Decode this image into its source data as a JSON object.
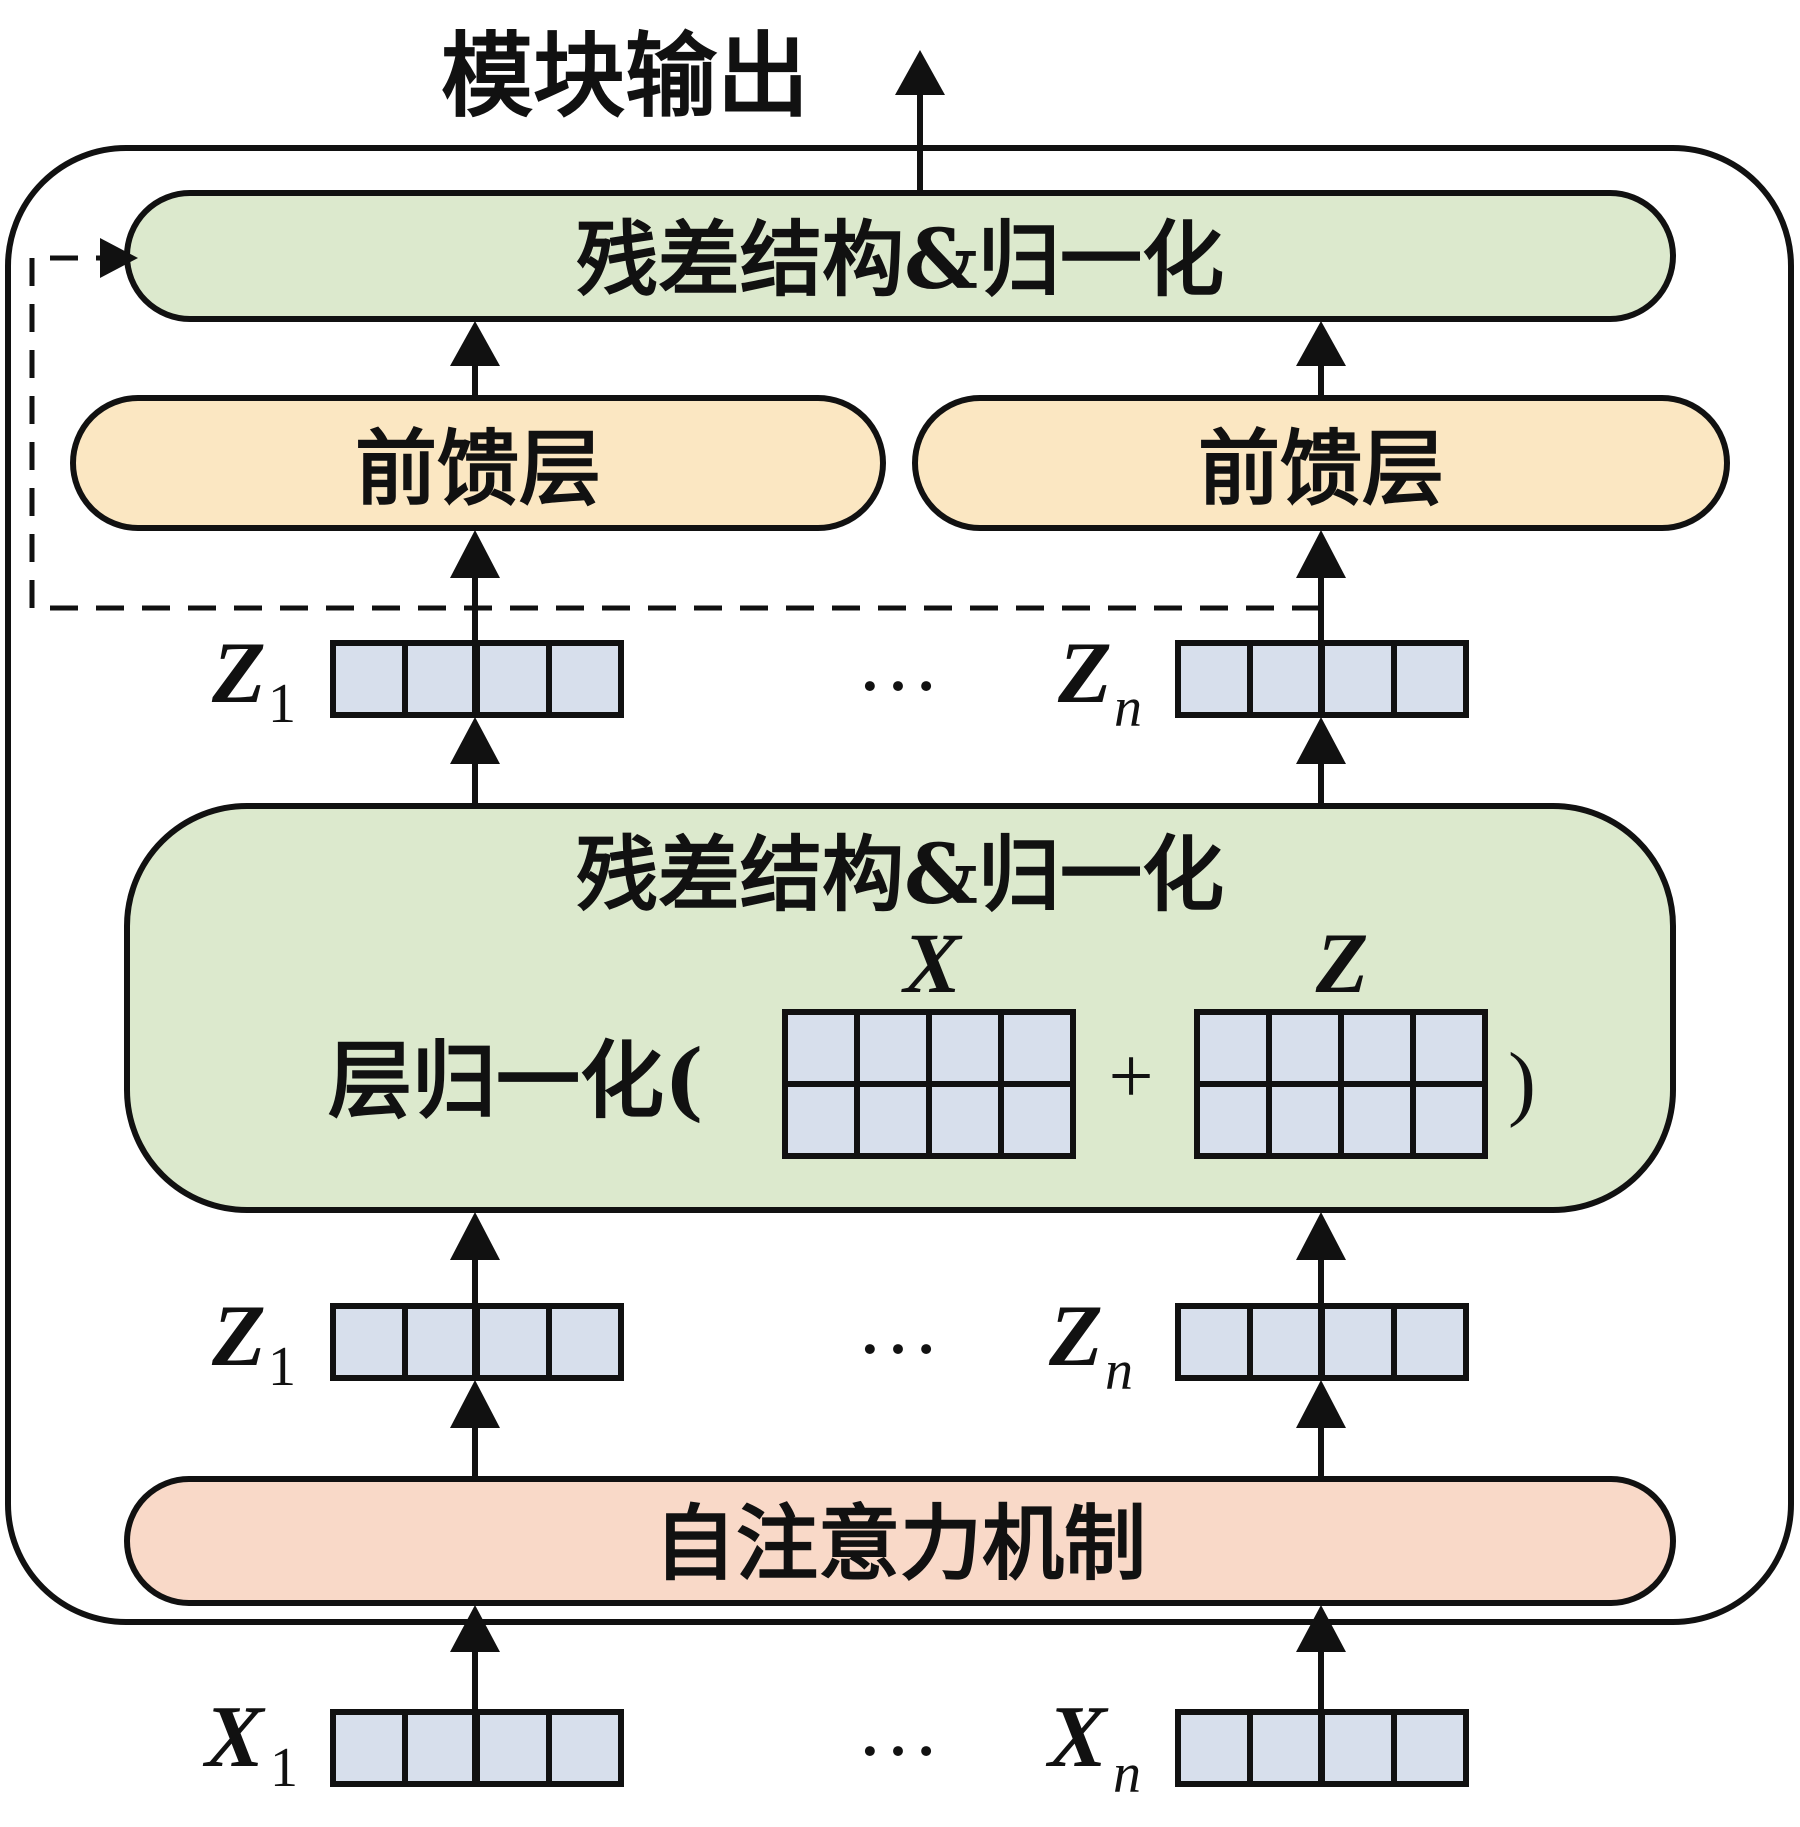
{
  "title": "模块输出",
  "boxes": {
    "top_residual": "残差结构&归一化",
    "ffn_left": "前馈层",
    "ffn_right": "前馈层",
    "mid_residual": "残差结构&归一化",
    "attention": "自注意力机制"
  },
  "layer_norm": {
    "prefix": "层归一化(",
    "plus": "+",
    "suffix": ")",
    "matrix_left_label": "X",
    "matrix_right_label": "Z"
  },
  "vectors": {
    "upper": {
      "left": {
        "main": "Z",
        "sub": "1"
      },
      "right": {
        "main": "Z",
        "sub": "n"
      }
    },
    "lower": {
      "left": {
        "main": "Z",
        "sub": "1"
      },
      "right": {
        "main": "Z",
        "sub": "n"
      }
    },
    "input": {
      "left": {
        "main": "X",
        "sub": "1"
      },
      "right": {
        "main": "X",
        "sub": "n"
      }
    }
  },
  "ellipsis": "…",
  "colors": {
    "green": "#dce9cd",
    "yellow": "#fbe7c2",
    "pink": "#f9d9c8",
    "cell": "#d7dfec",
    "outline": "#111111"
  }
}
